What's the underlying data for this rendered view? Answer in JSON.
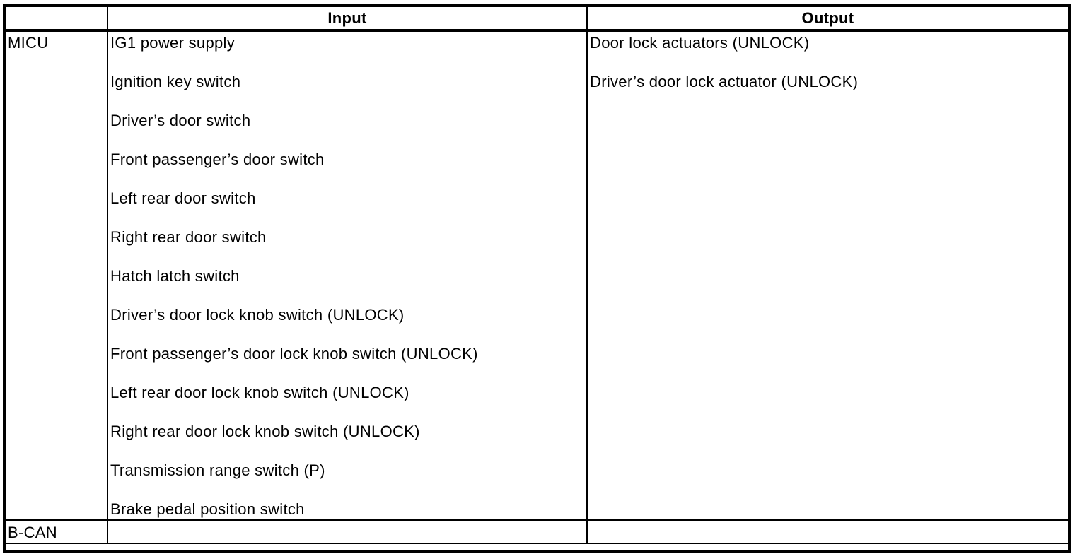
{
  "page": {
    "background_color": "#ffffff",
    "border_color": "#000000",
    "text_color": "#000000"
  },
  "table": {
    "header": {
      "corner": "",
      "input": "Input",
      "output": "Output"
    },
    "rows": [
      {
        "label": "MICU",
        "inputs": [
          "IG1 power supply",
          "Ignition key switch",
          "Driver’s door switch",
          "Front passenger’s door switch",
          "Left rear door switch",
          "Right rear door switch",
          "Hatch latch switch",
          "Driver’s door lock knob switch (UNLOCK)",
          "Front passenger’s door lock knob switch (UNLOCK)",
          "Left rear door lock knob switch (UNLOCK)",
          "Right rear door lock knob switch (UNLOCK)",
          "Transmission range switch (P)",
          "Brake pedal position switch"
        ],
        "outputs": [
          "Door lock actuators (UNLOCK)",
          "Driver’s door lock actuator (UNLOCK)"
        ]
      },
      {
        "label": "B-CAN",
        "inputs": [],
        "outputs": []
      }
    ]
  }
}
